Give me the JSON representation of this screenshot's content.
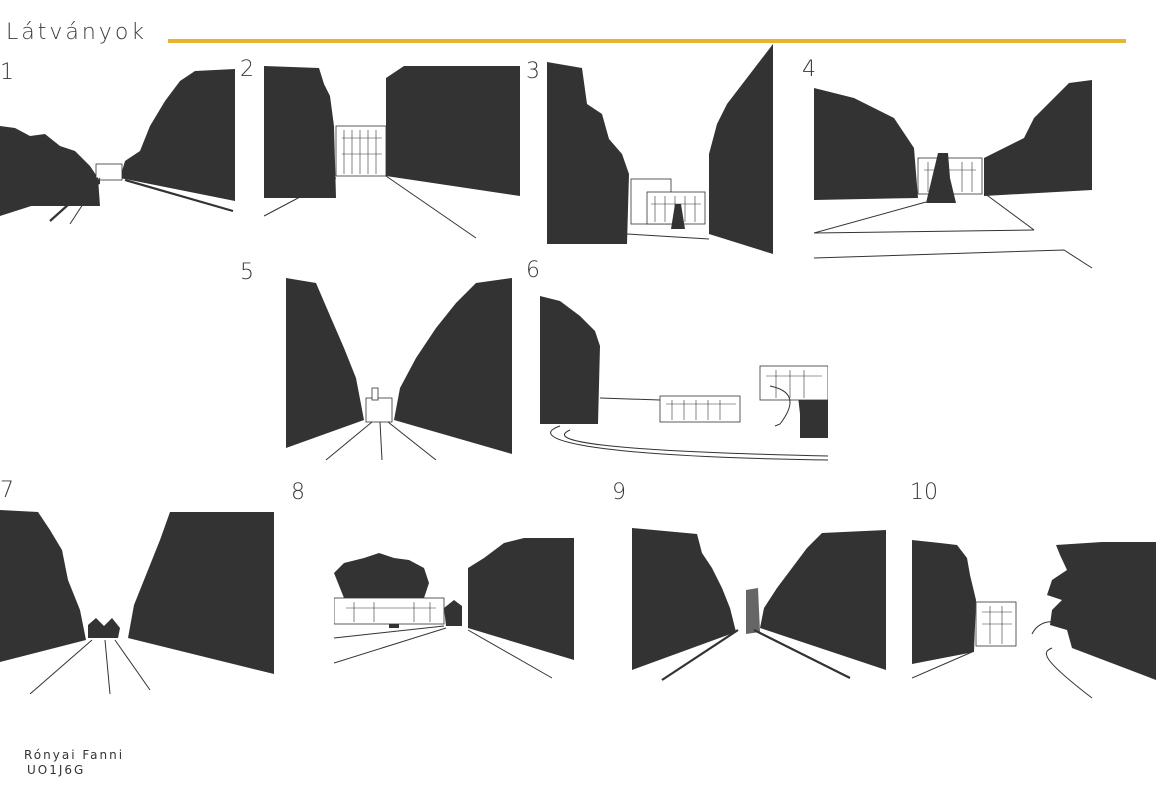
{
  "page": {
    "title": "Látványok",
    "accent_color": "#e6b42e",
    "silhouette_color": "#333333"
  },
  "views": [
    {
      "number": "1"
    },
    {
      "number": "2"
    },
    {
      "number": "3"
    },
    {
      "number": "4"
    },
    {
      "number": "5"
    },
    {
      "number": "6"
    },
    {
      "number": "7"
    },
    {
      "number": "8"
    },
    {
      "number": "9"
    },
    {
      "number": "10"
    }
  ],
  "author": {
    "name": "Rónyai Fanni",
    "code": "UO1J6G"
  }
}
